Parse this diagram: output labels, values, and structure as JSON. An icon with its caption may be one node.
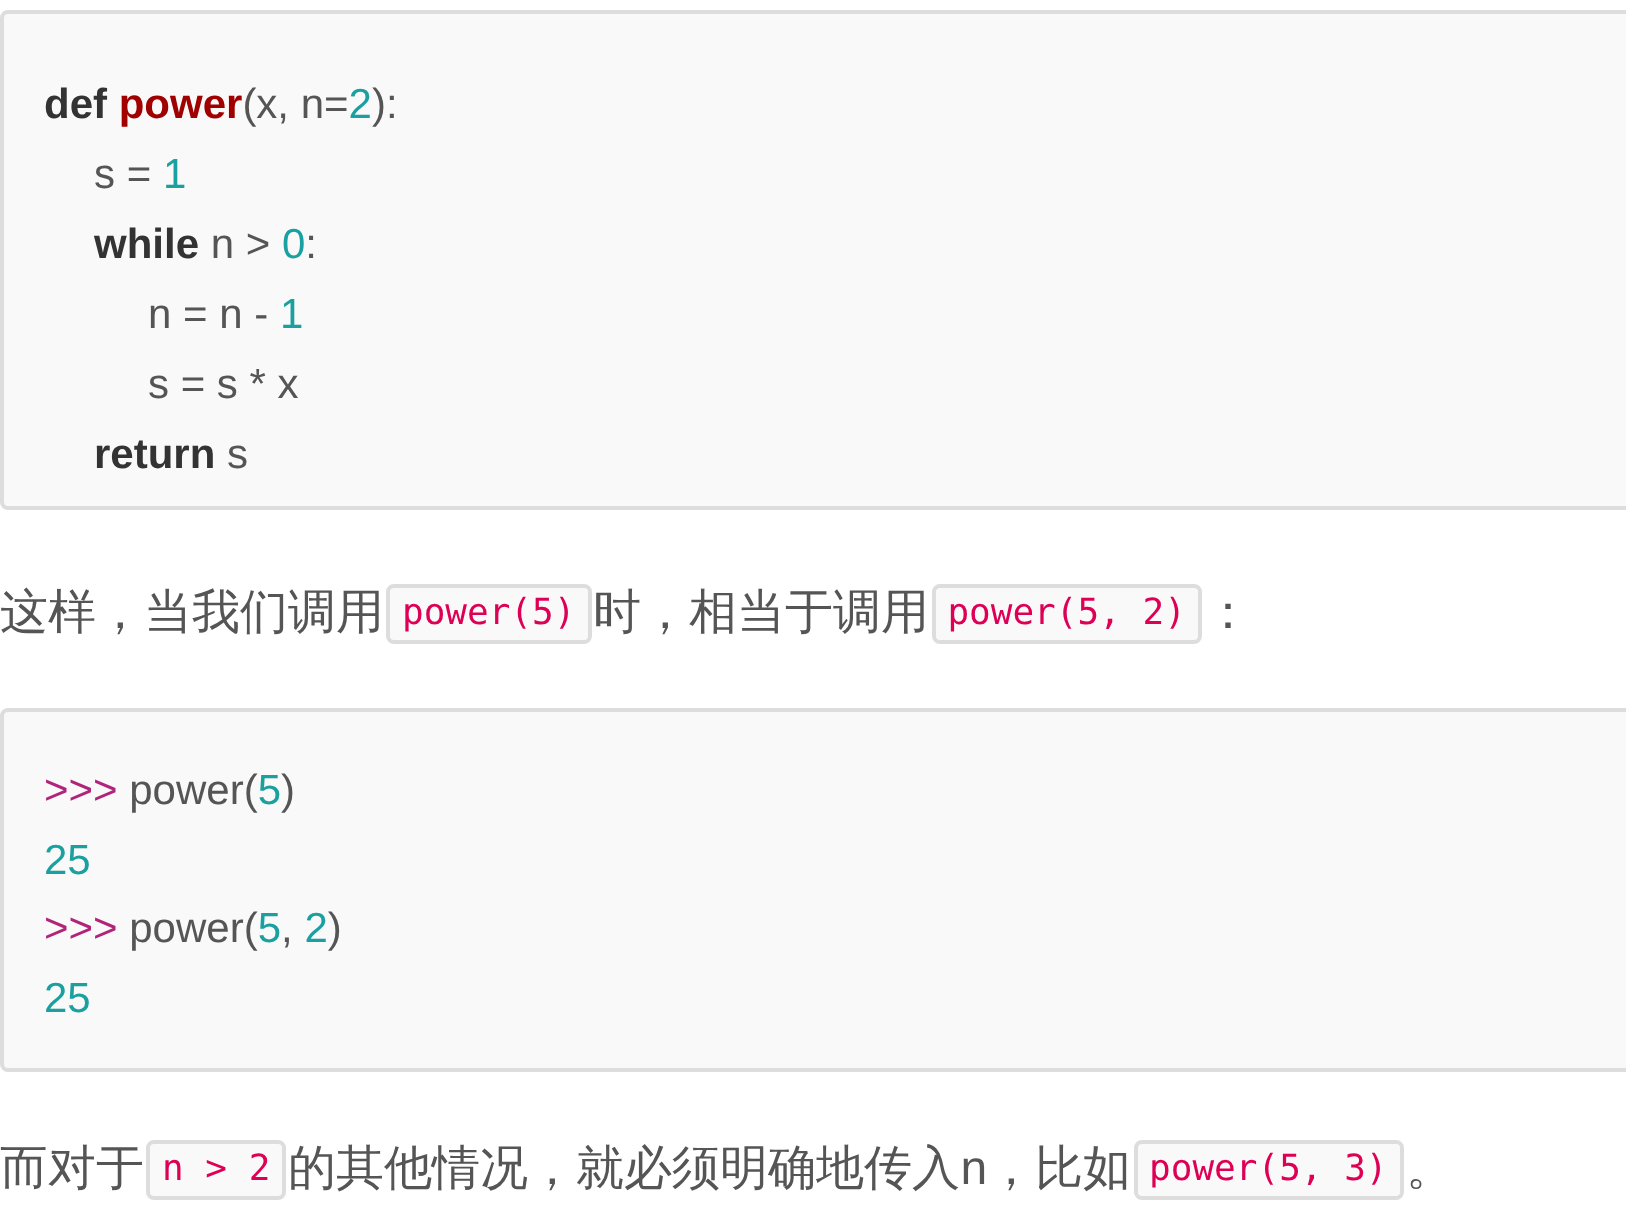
{
  "diagram": {
    "nodes": [
      {
        "text": [
          "**def** power(x, n=2):",
          "s = 1",
          "**while** n > 0:",
          "n = n - 1",
          "s = s * x",
          "**return** s"
        ]
      },
      {
        "text": [
          "power(5)"
        ]
      },
      {
        "text": [
          "power(5, 2)"
        ]
      },
      {
        "text": [
          ">>> power(5)",
          "25",
          ">>> power(5, 2)",
          "25"
        ]
      },
      {
        "text": [
          "n > 2"
        ]
      },
      {
        "text": [
          "power(5, 3)"
        ]
      }
    ],
    "labels": [
      "这样，当我们调用",
      "时，相当于调用",
      "：",
      "而对于",
      "的其他情况，就必须明确地传入n，比如",
      "。"
    ]
  }
}
